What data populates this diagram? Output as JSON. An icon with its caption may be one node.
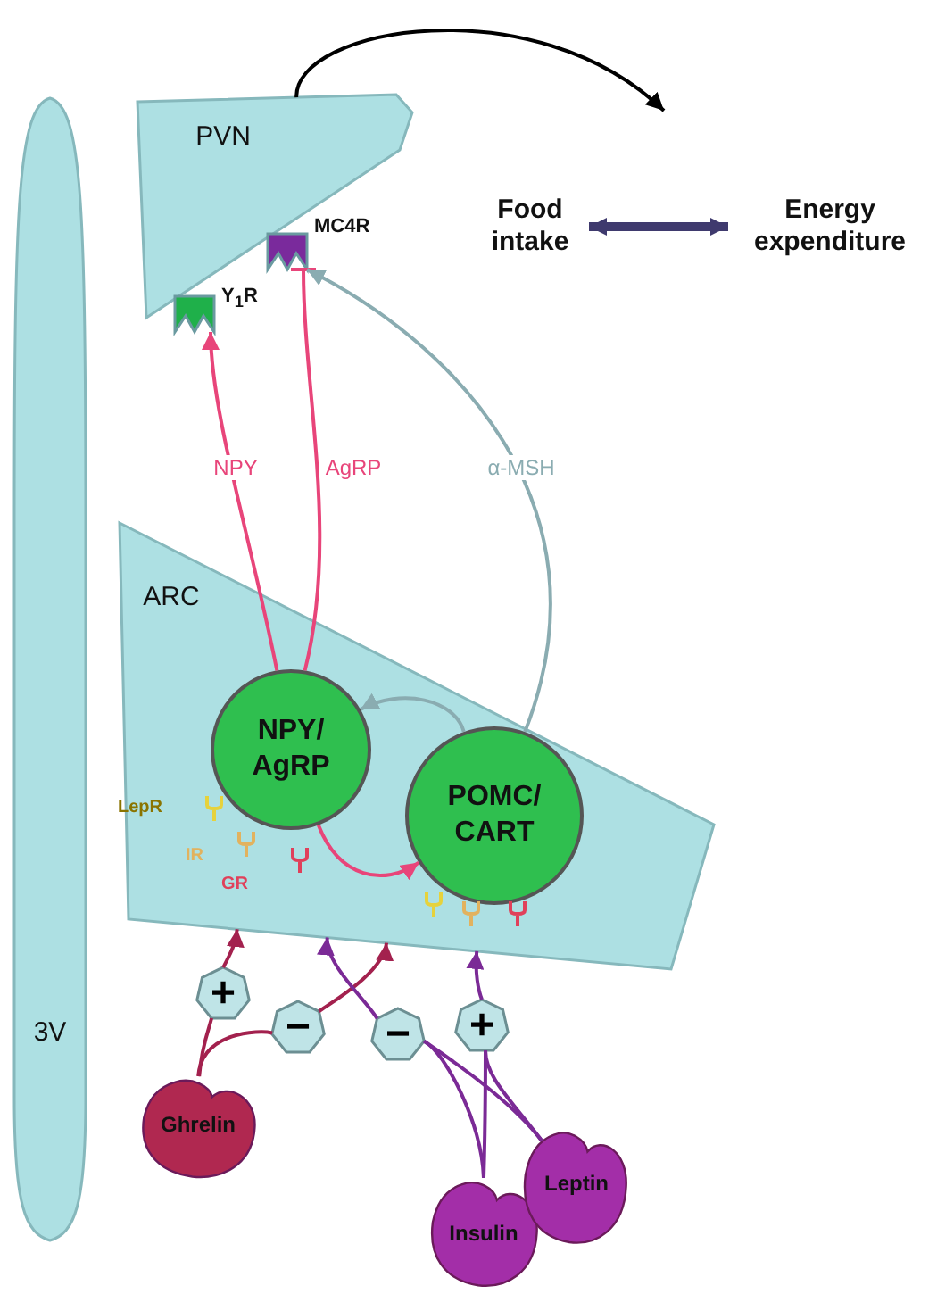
{
  "diagram": {
    "nodes": [
      {
        "text": [
          "3V"
        ]
      },
      {
        "text": [
          "PVN"
        ]
      },
      {
        "text": [],
        "shape": "chevron",
        "beside": [
          "Y$_{1}$R"
        ]
      },
      {
        "text": [],
        "shape": "chevron",
        "beside": [
          "MC4R"
        ]
      },
      {
        "text": [
          "Food intake"
        ]
      },
      {
        "text": [
          "Energy expenditure"
        ]
      },
      {
        "text": [
          "ARC"
        ]
      },
      {
        "text": [
          "NPY/ AgRP"
        ],
        "in": 6
      },
      {
        "text": [
          "POMC/ CART"
        ],
        "in": 6
      },
      {
        "text": [
          "+"
        ]
      },
      {
        "text": [
          "−"
        ]
      },
      {
        "text": [
          "−"
        ]
      },
      {
        "text": [
          "+"
        ]
      },
      {
        "text": [
          "Ghrelin"
        ]
      },
      {
        "text": [
          "Insulin"
        ]
      },
      {
        "text": [
          "Leptin"
        ]
      }
    ],
    "edges": [
      {
        "from": 1,
        "to": null,
        "arrow": "to",
        "color": "#000000"
      },
      {
        "from": 4,
        "to": 5,
        "arrow": "both",
        "style": "thick",
        "color": "#3f3a6e"
      },
      {
        "from": 7,
        "to": 2,
        "arrow": "to",
        "label": "NPY",
        "color": "#e8457a"
      },
      {
        "from": 7,
        "to": 3,
        "arrow": "other",
        "label": "AgRP",
        "color": "#e8457a"
      },
      {
        "from": 8,
        "to": 3,
        "arrow": "to",
        "label": "α-MSH",
        "color": "#8aacb1"
      },
      {
        "from": 8,
        "to": 7,
        "arrow": "to",
        "color": "#8aacb1"
      },
      {
        "from": 7,
        "to": 8,
        "arrow": "to",
        "color": "#e8457a"
      },
      {
        "from": 13,
        "to": 9,
        "arrow": "none",
        "color": "#a3214e"
      },
      {
        "from": 13,
        "to": 10,
        "arrow": "none",
        "color": "#a3214e"
      },
      {
        "from": 9,
        "to": 6,
        "arrow": "to",
        "color": "#a3214e"
      },
      {
        "from": 10,
        "to": 6,
        "arrow": "to",
        "color": "#a3214e"
      },
      {
        "from": 14,
        "to": 11,
        "arrow": "none"
      },
      {
        "from": 14,
        "to": 12,
        "arrow": "none"
      },
      {
        "from": 15,
        "to": 11,
        "arrow": "none"
      },
      {
        "from": 15,
        "to": 12,
        "arrow": "none"
      },
      {
        "from": 11,
        "to": 6,
        "arrow": "to"
      },
      {
        "from": 12,
        "to": 6,
        "arrow": "to"
      }
    ],
    "labels": [
      "LepR",
      "IR",
      "GR"
    ]
  }
}
